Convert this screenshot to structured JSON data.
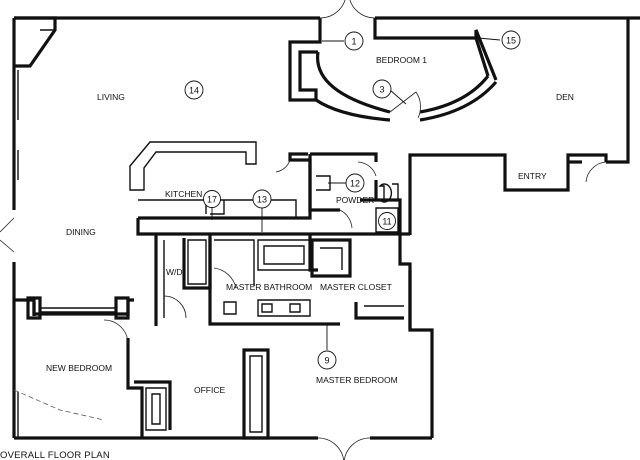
{
  "plan": {
    "title": "OVERALL FLOOR PLAN",
    "rooms": {
      "bedroom1": "BEDROOM 1",
      "living": "LIVING",
      "den": "DEN",
      "kitchen": "KITCHEN",
      "powder": "POWDER",
      "entry": "ENTRY",
      "dining": "DINING",
      "wd": "W/D",
      "master_bathroom": "MASTER BATHROOM",
      "master_closet": "MASTER CLOSET",
      "new_bedroom": "NEW BEDROOM",
      "office": "OFFICE",
      "master_bedroom": "MASTER BEDROOM"
    },
    "tags": {
      "t1": "1",
      "t3": "3",
      "t9": "9",
      "t11": "11",
      "t12": "12",
      "t13": "13",
      "t14": "14",
      "t15": "15",
      "t17": "17"
    }
  }
}
